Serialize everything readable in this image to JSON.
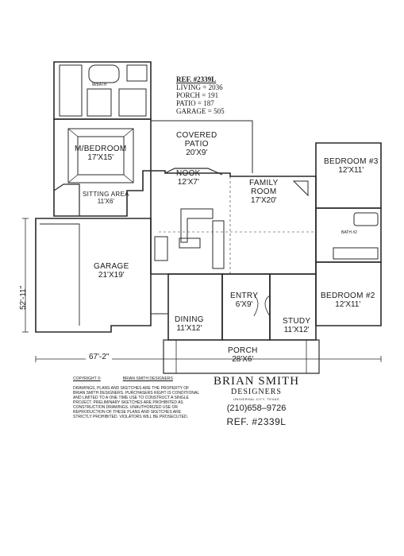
{
  "plan": {
    "ref_header": "REF. #2339L",
    "stats": {
      "living": "LIVING = 2036",
      "porch": "PORCH = 191",
      "patio": "PATIO = 187",
      "garage": "GARAGE = 505"
    },
    "rooms": {
      "master_bath": "M/BATH",
      "master_bedroom": {
        "name": "M/BEDROOM",
        "dim": "17'X15'"
      },
      "covered_patio": {
        "name": "COVERED",
        "name2": "PATIO",
        "dim": "20'X9'"
      },
      "bedroom3": {
        "name": "BEDROOM #3",
        "dim": "12'X11'"
      },
      "nook": {
        "name": "NOOK",
        "dim": "12'X7'"
      },
      "family_room": {
        "name": "FAMILY",
        "name2": "ROOM",
        "dim": "17'X20'"
      },
      "sitting_area": {
        "name": "SITTING AREA",
        "dim": "11'X6'"
      },
      "bath2": "BATH #2",
      "garage": {
        "name": "GARAGE",
        "dim": "21'X19'"
      },
      "entry": {
        "name": "ENTRY",
        "dim": "6'X9'"
      },
      "bedroom2": {
        "name": "BEDROOM #2",
        "dim": "12'X11'"
      },
      "dining": {
        "name": "DINING",
        "dim": "11'X12'"
      },
      "study": {
        "name": "STUDY",
        "dim": "11'X12'"
      },
      "porch": {
        "name": "PORCH",
        "dim": "28'X6'"
      }
    },
    "overall_depth": "52'-11\"",
    "overall_width": "67'-2\""
  },
  "footer": {
    "copyright": "COPYRIGHT ©",
    "copyright_holder": "BRIAN SMITH DESIGNERS",
    "notice": "DRAWINGS, PLANS AND SKETCHES ARE THE PROPERTY OF BRIAN SMITH DESIGNERS. PURCHASERS RIGHT IS CONDITIONAL AND LIMITED TO A ONE TIME USE TO CONSTRUCT A SINGLE PROJECT. PRELIMINARY SKETCHES ARE PROHIBITED AS CONSTRUCTION DRAWINGS. UNAUTHORIZED USE OR REPRODUCTION OF THESE PLANS AND SKETCHES ARE STRICTLY PROHIBITED. VIOLATORS WILL BE PROSECUTED.",
    "brand_name": "BRIAN SMITH",
    "brand_sub": "DESIGNERS",
    "city": "UNIVERSAL CITY, TEXAS",
    "phone": "(210)658–9726",
    "ref": "REF. #2339L"
  }
}
